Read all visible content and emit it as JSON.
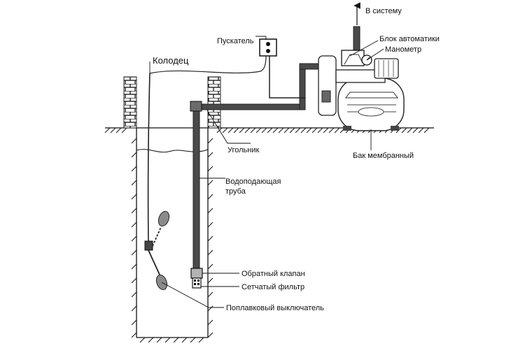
{
  "labels": {
    "well": "Колодец",
    "starter": "Пускатель",
    "to_system": "В систему",
    "automation_unit": "Блок автоматики",
    "manometer": "Манометр",
    "membrane_tank": "Бак мембранный",
    "elbow": "Угольник",
    "supply_pipe_line1": "Водоподающая",
    "supply_pipe_line2": "труба",
    "check_valve": "Обратный клапан",
    "mesh_filter": "Сетчатый фильтр",
    "float_switch": "Поплавковый выключатель"
  }
}
